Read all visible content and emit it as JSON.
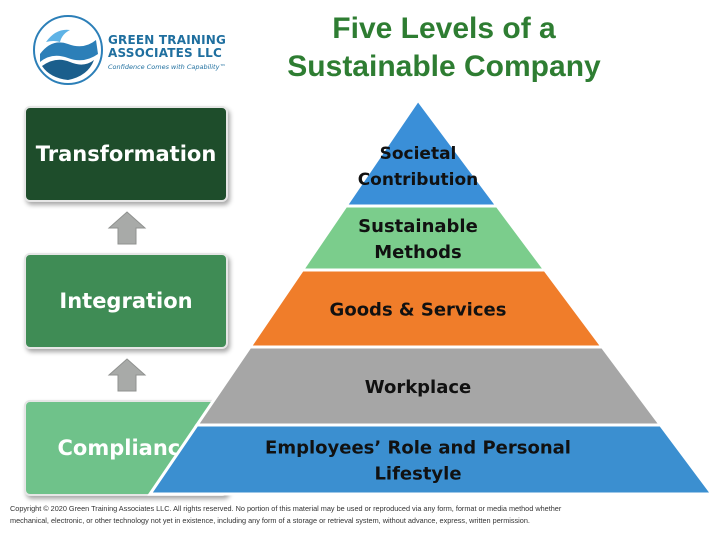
{
  "logo": {
    "name_line1": "GREEN TRAINING",
    "name_line2": "ASSOCIATES LLC",
    "tagline": "Confidence Comes with Capability™"
  },
  "title": {
    "line1": "Five Levels of a",
    "line2": "Sustainable Company"
  },
  "stages": {
    "transformation": "Transformation",
    "integration": "Integration",
    "compliance": "Compliance"
  },
  "pyramid": {
    "levels": [
      {
        "lines": [
          "Societal",
          "Contribution"
        ],
        "color": "#3a8fd8"
      },
      {
        "lines": [
          "Sustainable",
          "Methods"
        ],
        "color": "#7bcd8c"
      },
      {
        "lines": [
          "Goods & Services"
        ],
        "color": "#f07d2a"
      },
      {
        "lines": [
          "Workplace"
        ],
        "color": "#a6a6a6"
      },
      {
        "lines": [
          "Employees’ Role and Personal",
          "Lifestyle"
        ],
        "color": "#3b8fd0"
      }
    ]
  },
  "colors": {
    "title": "#2e7d32",
    "brand_blue": "#1f6f9f",
    "arrow": "#a8aaa8"
  },
  "footer": {
    "line1": "Copyright © 2020 Green Training Associates LLC.  All rights reserved.  No portion of this material may be used or reproduced via any form, format or media method whether",
    "line2": "mechanical, electronic, or other technology not yet in existence, including any form of a storage or retrieval system, without advance, express, written permission."
  }
}
